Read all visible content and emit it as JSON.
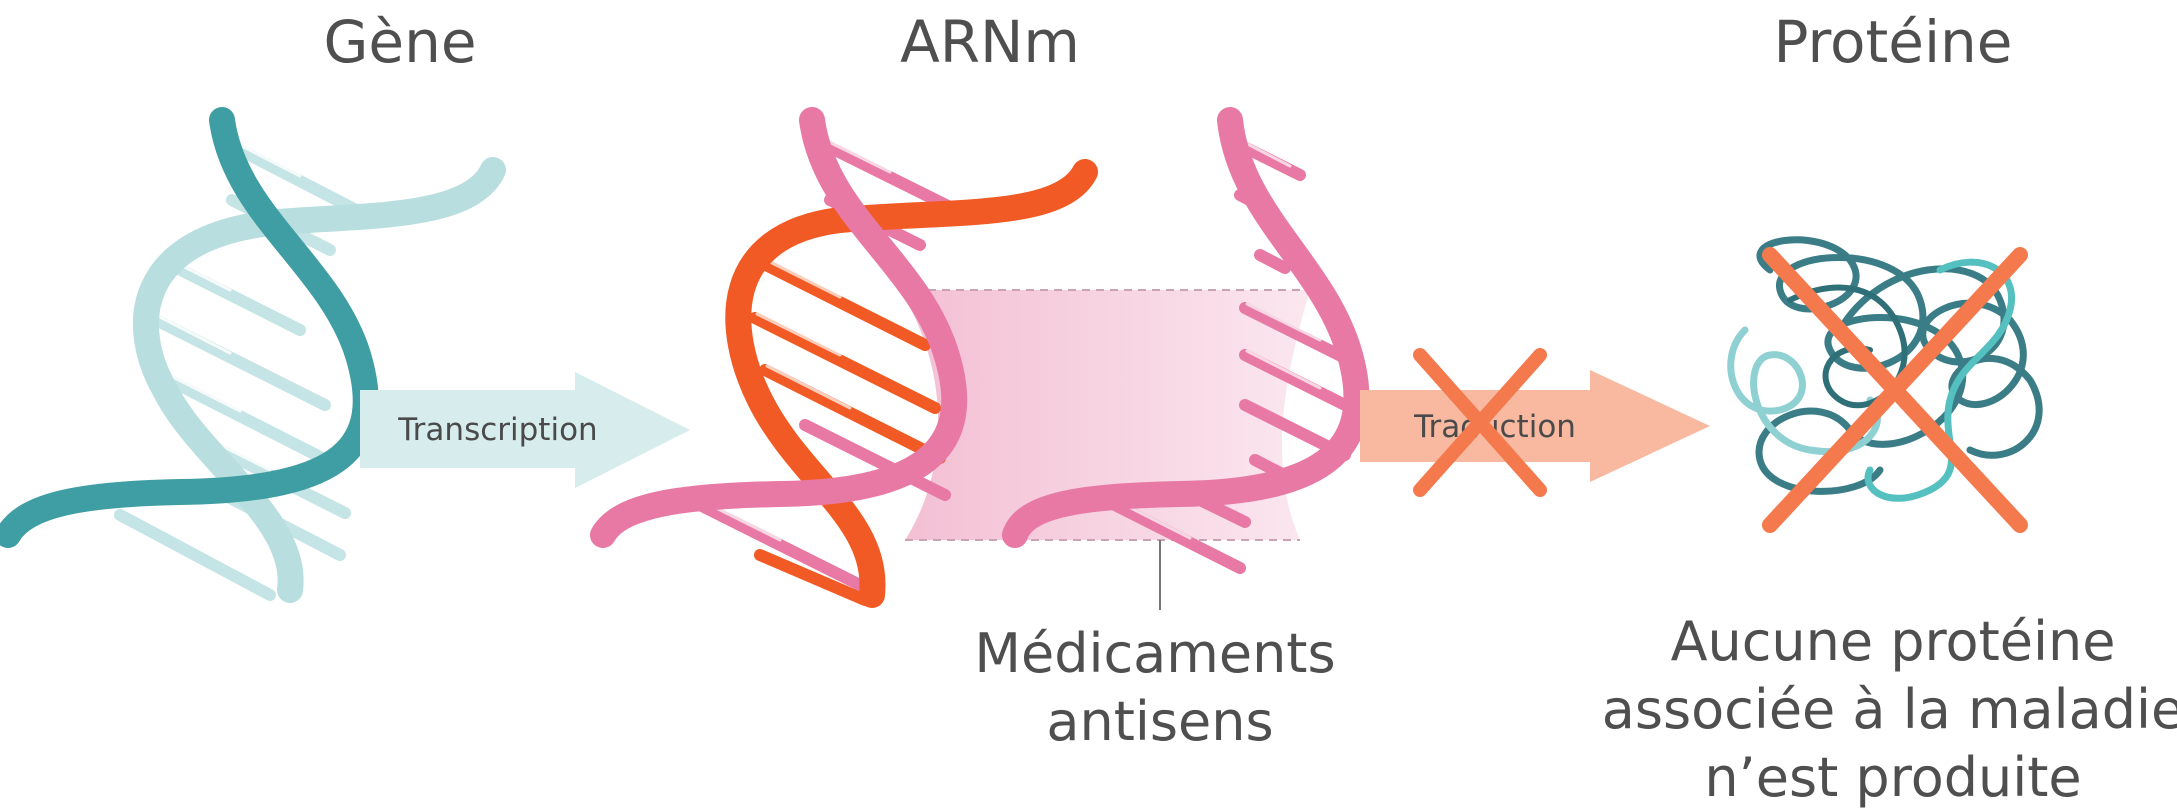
{
  "titles": {
    "gene": "Gène",
    "mrna": "ARNm",
    "protein": "Protéine"
  },
  "arrows": {
    "transcription": "Transcription",
    "translation": "Traduction"
  },
  "labels": {
    "antisense_line1": "Médicaments",
    "antisense_line2": "antisens",
    "result_line1": "Aucune protéine",
    "result_line2": "associée à la maladie",
    "result_line3": "n’est produite"
  },
  "colors": {
    "gene_dark": "#3f9ea3",
    "gene_light": "#b9dedf",
    "transcription_arrow": "#d7ecec",
    "mrna_orange": "#f15a24",
    "mrna_pink": "#e879a5",
    "antisense_fill": "#f3c3d6",
    "translation_arrow": "#f8b9a0",
    "cross": "#f47a4e",
    "protein_dark": "#3b7d87",
    "protein_light": "#54c0c0",
    "text": "#4f4f4f"
  }
}
